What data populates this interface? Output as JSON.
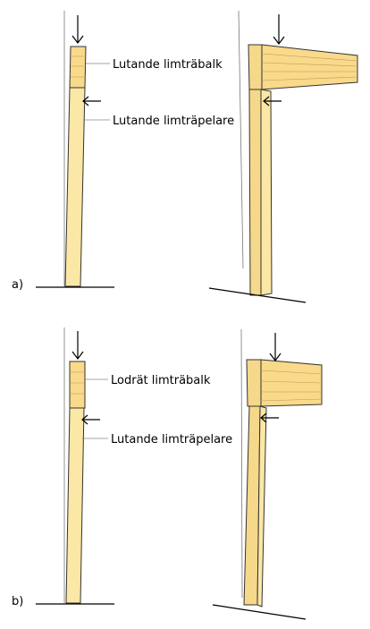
{
  "panel_a": {
    "caption": "a)",
    "beam_label": "Lutande limträbalk",
    "column_label": "Lutande limträpelare"
  },
  "panel_b": {
    "caption": "b)",
    "beam_label": "Lodrät limträbalk",
    "column_label": "Lutande limträpelare"
  },
  "colors": {
    "wood_light": "#fbe7a6",
    "wood_mid": "#f6d88a",
    "beam_face": "#f9d98a"
  }
}
